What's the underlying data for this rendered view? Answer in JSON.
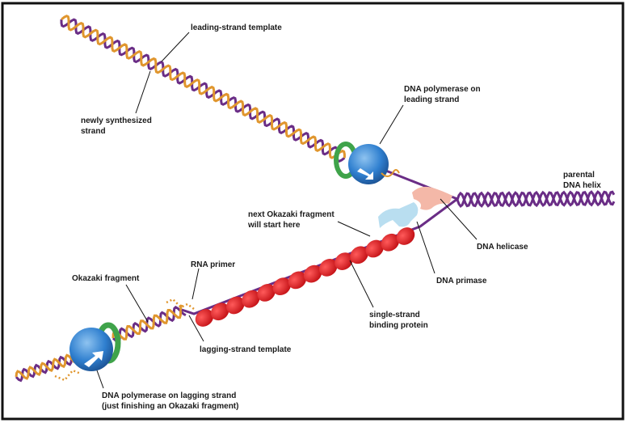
{
  "labels": {
    "leading_strand_template": "leading-strand template",
    "newly_synthesized_1": "newly synthesized",
    "newly_synthesized_2": "strand",
    "pol_leading_1": "DNA polymerase on",
    "pol_leading_2": "leading strand",
    "parental_1": "parental",
    "parental_2": "DNA helix",
    "next_okazaki_1": "next Okazaki fragment",
    "next_okazaki_2": "will start here",
    "helicase": "DNA helicase",
    "primase": "DNA primase",
    "rna_primer": "RNA primer",
    "okazaki_fragment": "Okazaki fragment",
    "ssb_1": "single-strand",
    "ssb_2": "binding protein",
    "lagging_template": "lagging-strand template",
    "pol_lagging_1": "DNA polymerase on lagging strand",
    "pol_lagging_2": "(just finishing an Okazaki fragment)"
  },
  "colors": {
    "template_strand": "#6a2d86",
    "new_strand": "#e0962e",
    "polymerase": "#2f7fcf",
    "clamp": "#3fa34a",
    "ssb": "#e0161b",
    "helicase": "#f4b8a8",
    "primase": "#b9def0"
  }
}
